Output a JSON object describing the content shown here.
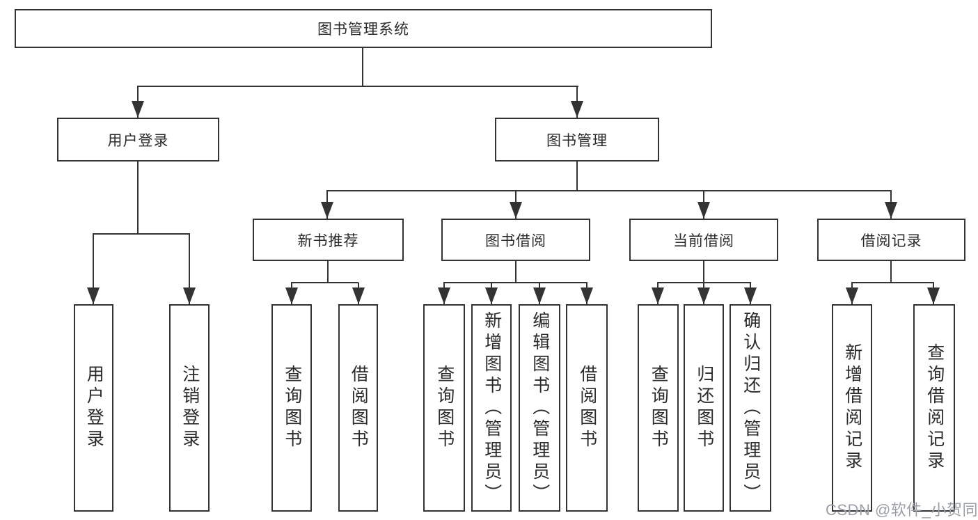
{
  "colors": {
    "line": "#333333",
    "border": "#333333",
    "text": "#2b2b2b",
    "bg": "#ffffff",
    "watermark": "#9ba0a8"
  },
  "watermark": {
    "text": "CSDN @软件_小贺同学"
  },
  "tree": {
    "root": {
      "label": "图书管理系统"
    },
    "level2": [
      {
        "label": "用户登录"
      },
      {
        "label": "图书管理"
      }
    ],
    "level3": [
      {
        "label": "新书推荐"
      },
      {
        "label": "图书借阅"
      },
      {
        "label": "当前借阅"
      },
      {
        "label": "借阅记录"
      }
    ],
    "leaves": {
      "user": [
        "用户登录",
        "注销登录"
      ],
      "recommend": [
        "查询图书",
        "借阅图书"
      ],
      "borrow": [
        "查询图书",
        "新增图书（管理员）",
        "编辑图书（管理员）",
        "借阅图书"
      ],
      "current": [
        "查询图书",
        "归还图书",
        "确认归还（管理员）"
      ],
      "records": [
        "新增借阅记录",
        "查询借阅记录"
      ]
    }
  }
}
